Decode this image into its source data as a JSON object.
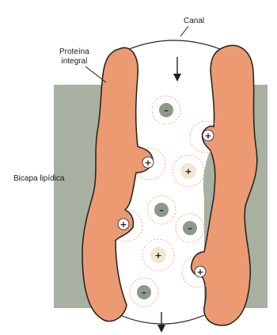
{
  "labels": {
    "canal": "Canal",
    "proteina_line1": "Proteína",
    "proteina_line2": "integral",
    "bicapa": "Bicapa lipídica"
  },
  "colors": {
    "background": "#ffffff",
    "lipid_bilayer": "#a8b0a2",
    "protein": "#eb9a72",
    "protein_outline": "#1f1f1f",
    "channel_interior": "#ffffff",
    "anion_fill": "#8f9889",
    "cation_fill": "#f3e6d2",
    "hydration_shell": "#e8a07c"
  },
  "ions": {
    "plus_sign": "+",
    "minus_sign": "–",
    "anion_count": 4,
    "cation_count": 2,
    "bound_cation_count": 4
  },
  "icons": {
    "flow_arrow_top": "arrow-down-icon",
    "flow_arrow_bottom": "arrow-down-icon"
  }
}
